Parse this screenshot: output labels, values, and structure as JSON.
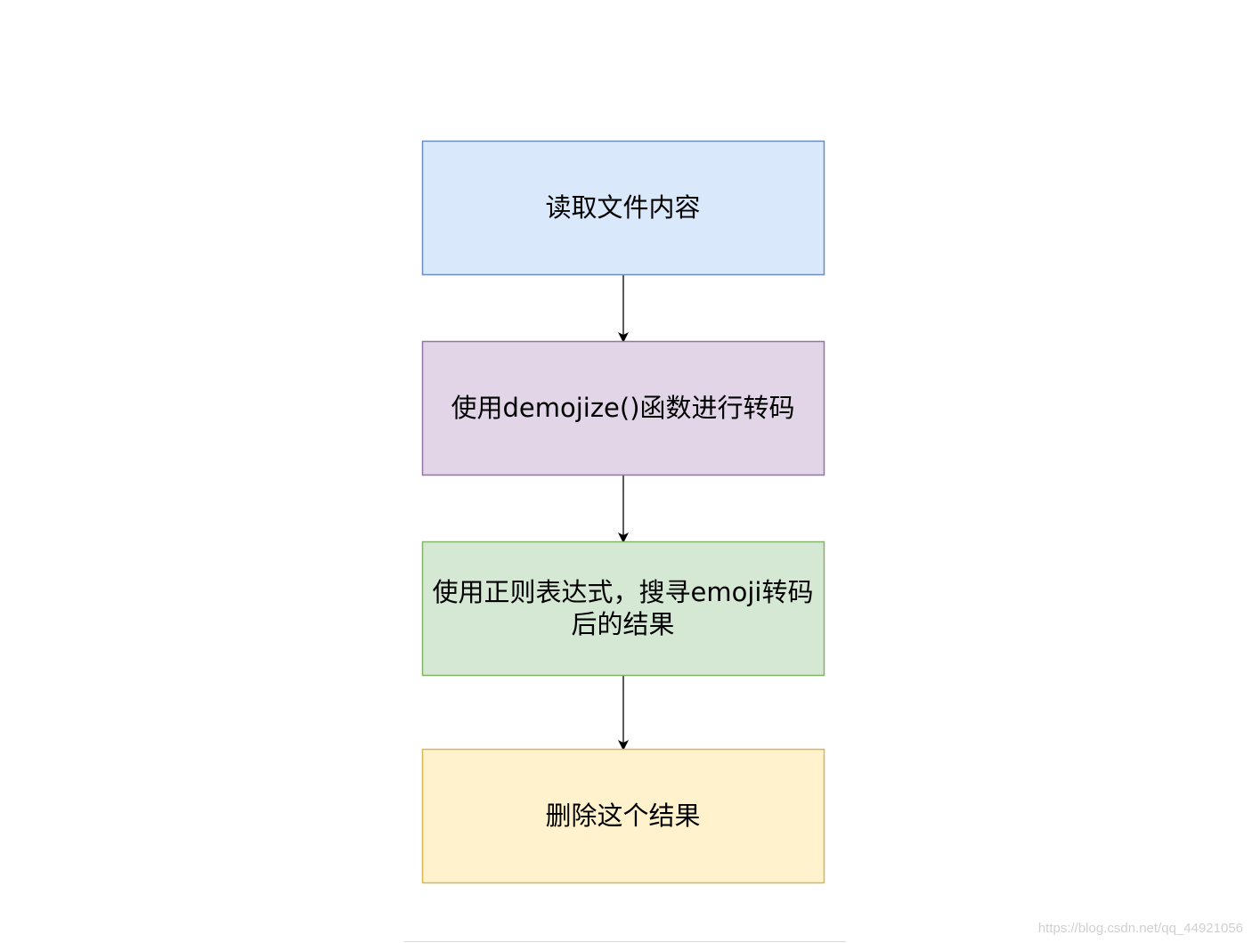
{
  "diagram": {
    "nodes": [
      {
        "id": "read",
        "lines": [
          "读取文件内容"
        ],
        "fill": "#dae8fc",
        "stroke": "#6c8ebf"
      },
      {
        "id": "demojize",
        "lines": [
          "使用demojize()函数进行转码"
        ],
        "fill": "#e1d5e7",
        "stroke": "#9673a6"
      },
      {
        "id": "regex",
        "lines": [
          "使用正则表达式，搜寻emoji转码",
          "后的结果"
        ],
        "fill": "#d5e8d4",
        "stroke": "#82b366"
      },
      {
        "id": "delete",
        "lines": [
          "删除这个结果"
        ],
        "fill": "#fff2cc",
        "stroke": "#d6b656"
      }
    ],
    "edges": [
      {
        "from": "read",
        "to": "demojize"
      },
      {
        "from": "demojize",
        "to": "regex"
      },
      {
        "from": "regex",
        "to": "delete"
      }
    ]
  },
  "watermark": "https://blog.csdn.net/qq_44921056"
}
